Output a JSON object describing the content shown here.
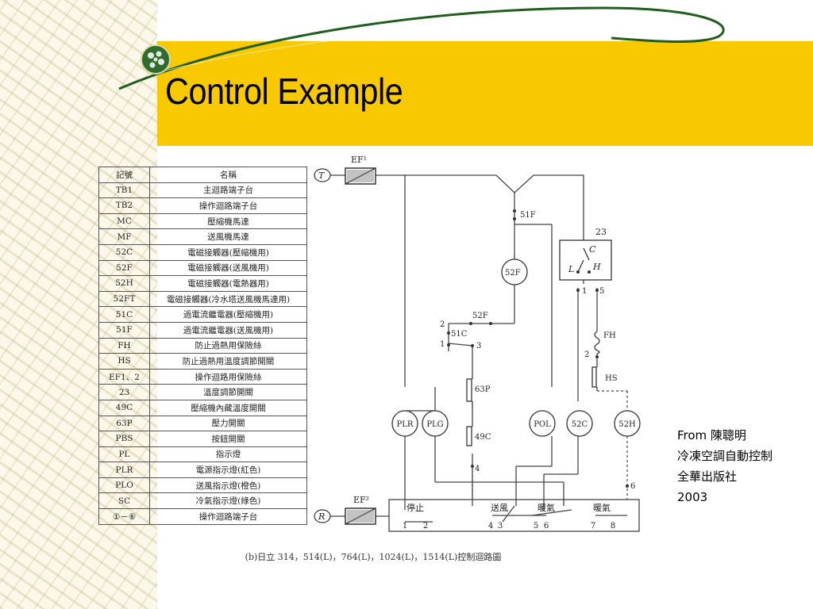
{
  "slide": {
    "title": "Control Example",
    "colors": {
      "band": "#f9c900",
      "swoosh": "#1f5e1f",
      "orb": "#2f6b2f"
    }
  },
  "table": {
    "headers": [
      "記號",
      "名稱"
    ],
    "rows": [
      [
        "TB1",
        "主迴路端子台"
      ],
      [
        "TB2",
        "操作迴路端子台"
      ],
      [
        "MC",
        "壓縮機馬達"
      ],
      [
        "MF",
        "送風機馬達"
      ],
      [
        "52C",
        "電磁接觸器(壓縮機用)"
      ],
      [
        "52F",
        "電磁接觸器(送風機用)"
      ],
      [
        "52H",
        "電磁接觸器(電熱器用)"
      ],
      [
        "52FT",
        "電磁接觸器(冷水塔送風機馬達用)"
      ],
      [
        "51C",
        "過電流繼電器(壓縮機用)"
      ],
      [
        "51F",
        "過電流繼電器(送風機用)"
      ],
      [
        "FH",
        "防止過熱用保險絲"
      ],
      [
        "HS",
        "防止過熱用溫度調節開關"
      ],
      [
        "EF1、2",
        "操作迴路用保險絲"
      ],
      [
        "23",
        "溫度調節開關"
      ],
      [
        "49C",
        "壓縮機內藏溫度開關"
      ],
      [
        "63P",
        "壓力開關"
      ],
      [
        "PBS",
        "按鈕開關"
      ],
      [
        "PL",
        "指示燈"
      ],
      [
        "PLR",
        "電源指示燈(紅色)"
      ],
      [
        "PLO",
        "送風指示燈(橙色)"
      ],
      [
        "SC",
        "冷氣指示燈(綠色)"
      ],
      [
        "①－⑥",
        "操作迴路端子台"
      ]
    ]
  },
  "circuit": {
    "fuse1": "EF¹",
    "fuse2": "EF²",
    "t_terminal": "T",
    "r_terminal": "R",
    "relay_51f": "51F",
    "coil_52f": "52F",
    "thermostat": "23",
    "th_c": "C",
    "th_l": "L",
    "th_h": "H",
    "n1": "1",
    "n5": "5",
    "fh": "FH",
    "n2": "2",
    "hs": "HS",
    "n6": "6",
    "contact_52f": "52F",
    "relay_51c": "51C",
    "c2": "2",
    "c1": "1",
    "c3": "3",
    "p63": "63P",
    "c49": "49C",
    "c4": "4",
    "lamps": [
      "PLR",
      "PLG",
      "POL",
      "52C",
      "52H"
    ],
    "switch_labels": [
      "停止",
      "送風",
      "暖氣",
      "暖氣"
    ],
    "bottom_numbers": [
      "1",
      "2",
      "4",
      "3",
      "5",
      "6",
      "7",
      "8"
    ]
  },
  "caption": "(b)日立 314，514(L)，764(L)，1024(L)，1514(L)控制迴路圖",
  "source": {
    "line1": "From 陳聰明",
    "line2": "冷凍空調自動控制",
    "line3": "全華出版社",
    "line4": "2003"
  }
}
